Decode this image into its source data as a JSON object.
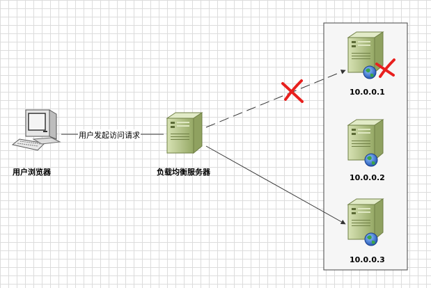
{
  "nodes": {
    "client_label": "用户浏览器",
    "lb_label": "负载均衡服务器",
    "servers": [
      {
        "label": "10.0.0.1",
        "status": "down"
      },
      {
        "label": "10.0.0.2",
        "status": "up"
      },
      {
        "label": "10.0.0.3",
        "status": "up"
      }
    ]
  },
  "edges": {
    "client_to_lb_label": "用户发起访问请求",
    "lb_to_server1_style": "dashed-blocked",
    "lb_to_server3_style": "solid"
  },
  "colors": {
    "server_body": "#b7c98a",
    "server_dark": "#7f9150",
    "cross": "#e8201e",
    "globe": "#2d6fd6",
    "line": "#333333",
    "cluster_fill": "#f6f6f6"
  },
  "icons": {
    "client": "computer-icon",
    "server": "server-icon",
    "globe": "globe-icon",
    "blocked": "red-x-icon"
  }
}
